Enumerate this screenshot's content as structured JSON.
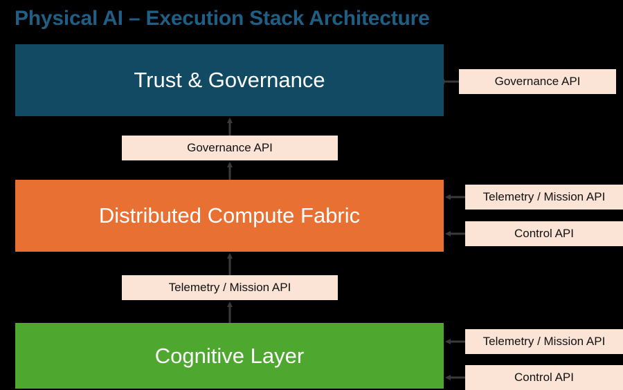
{
  "title": "Physical AI – Execution Stack Architecture",
  "colors": {
    "title": "#1f5f86",
    "trust_layer": "#124a64",
    "compute_layer": "#e87032",
    "cognitive_layer": "#4ea72e",
    "api_box": "#fbe3d5",
    "arrow": "#3a3a3a"
  },
  "layers": {
    "trust": {
      "label": "Trust & Governance"
    },
    "compute": {
      "label": "Distributed Compute Fabric"
    },
    "cognitive": {
      "label": "Cognitive Layer"
    }
  },
  "interfaces": {
    "between_compute_and_trust": "Governance API",
    "between_cognitive_and_compute": "Telemetry / Mission API"
  },
  "side_apis": {
    "trust": [
      "Governance API"
    ],
    "compute": [
      "Telemetry / Mission API",
      "Control API"
    ],
    "cognitive": [
      "Telemetry / Mission API",
      "Control API"
    ]
  }
}
